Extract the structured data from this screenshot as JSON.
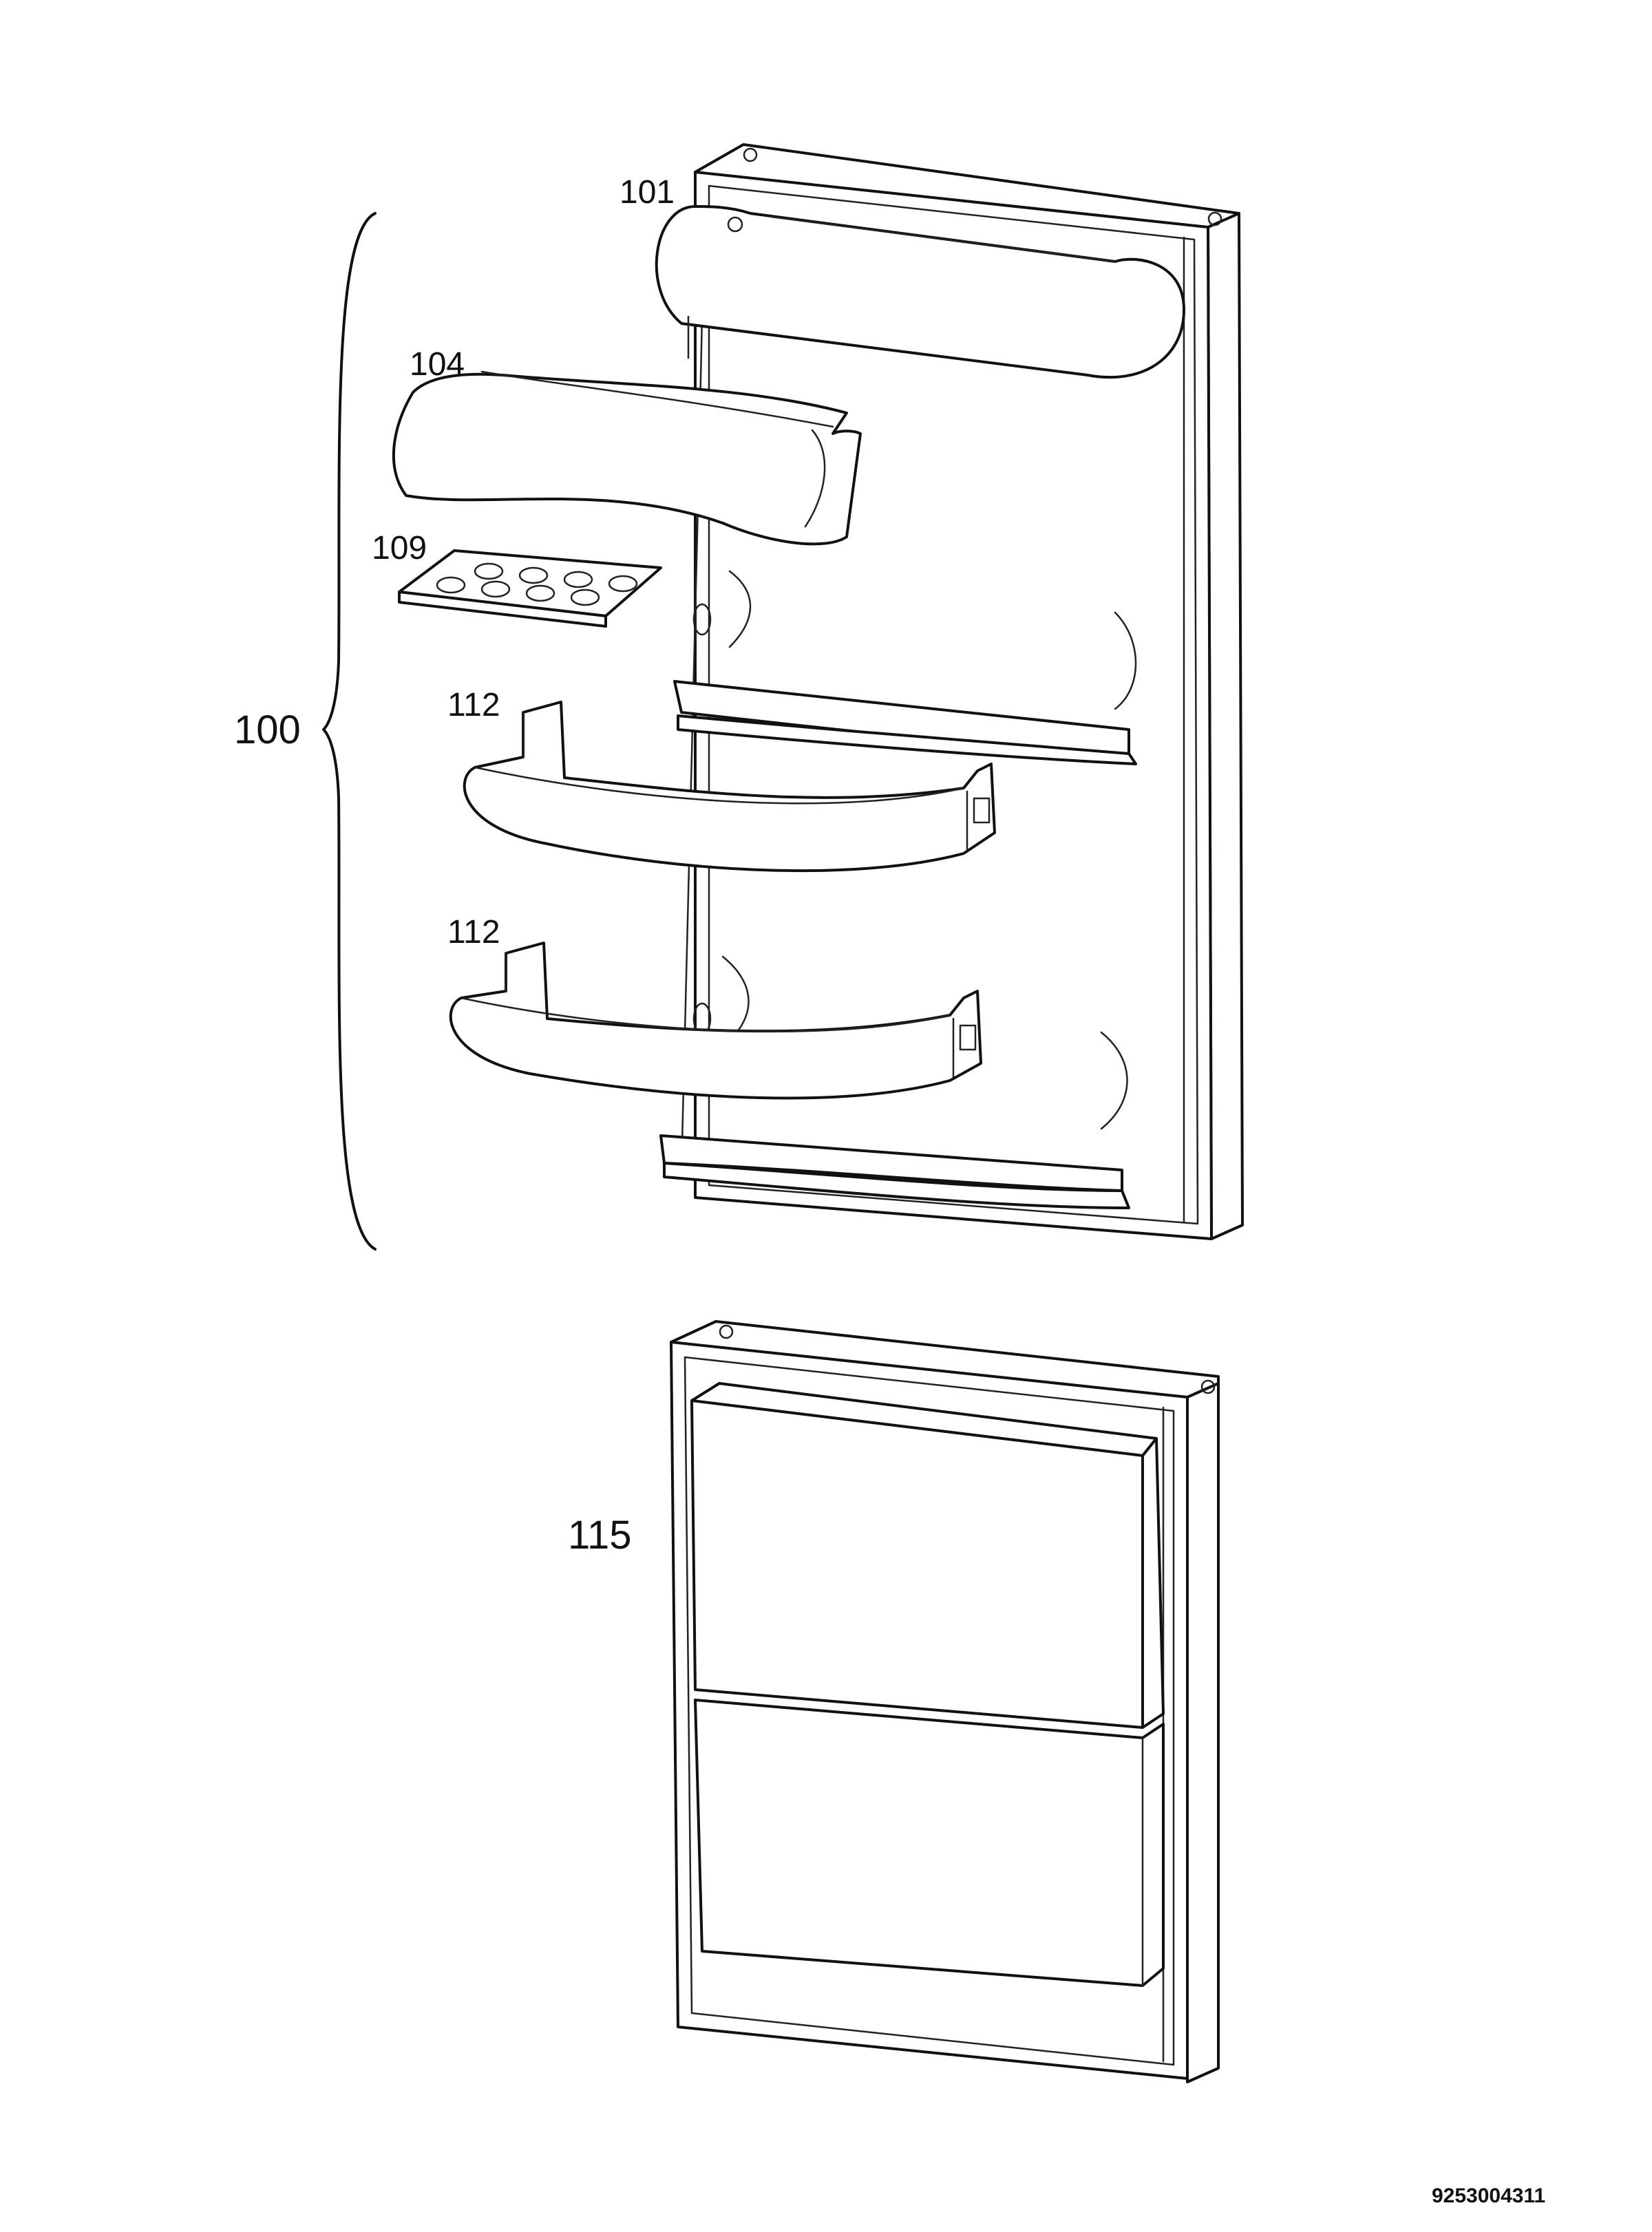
{
  "labels": {
    "door_assembly": "100",
    "upper_door": "101",
    "dairy_cover": "104",
    "egg_tray": "109",
    "door_shelf_upper": "112",
    "door_shelf_lower": "112",
    "lower_door": "115"
  },
  "document_code": "9253004311"
}
